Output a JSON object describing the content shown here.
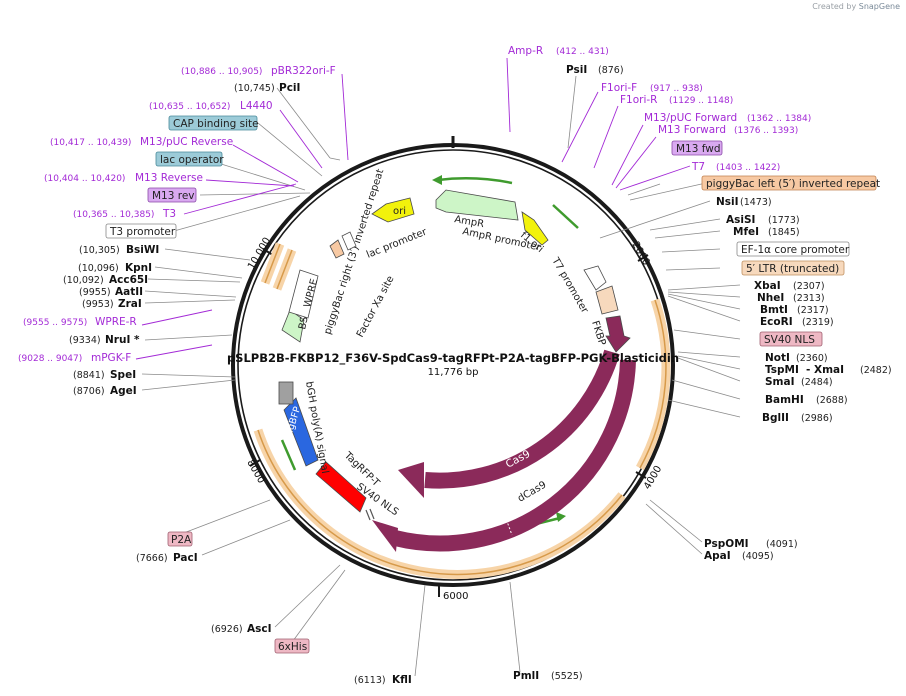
{
  "credit": {
    "prefix": "Created by",
    "brand": "SnapGene"
  },
  "plasmid": {
    "name": "pSLPB2B-FKBP12_F36V-SpdCas9-tagRFPt-P2A-tagBFP-PGK-Blasticidin",
    "length": "11,776 bp"
  },
  "ticks": [
    "2000",
    "4000",
    "6000",
    "8000",
    "10,000"
  ],
  "features_inner": {
    "ori": "ori",
    "ampr": "AmpR",
    "ampr_promoter": "AmpR promoter",
    "f1_ori": "f1 ori",
    "t7_promoter": "T7 promoter",
    "fkbp": "FKBP",
    "cas9": "Cas9",
    "dcas9": "dCas9",
    "sv40_nls": "SV40 NLS",
    "tagrfp": "TagRFP-T",
    "tagbfp": "TagBFP",
    "bgh": "bGH poly(A) signal",
    "bsd": "BSD",
    "wpre": "WPRE",
    "piggybac_right": "piggyBac right (3′) inverted repeat",
    "factor_xa": "Factor Xa site",
    "lac_promoter": "lac promoter"
  },
  "enzymes": [
    {
      "name": "PciI",
      "pos": "(10,745)"
    },
    {
      "name": "PsiI",
      "pos": "(876)"
    },
    {
      "name": "NsiI",
      "pos": "(1473)"
    },
    {
      "name": "AsiSI",
      "pos": "(1773)"
    },
    {
      "name": "MfeI",
      "pos": "(1845)"
    },
    {
      "name": "XbaI",
      "pos": "(2307)"
    },
    {
      "name": "NheI",
      "pos": "(2313)"
    },
    {
      "name": "BmtI",
      "pos": "(2317)"
    },
    {
      "name": "EcoRI",
      "pos": "(2319)"
    },
    {
      "name": "NotI",
      "pos": "(2360)"
    },
    {
      "name": "TspMI",
      "pos": ""
    },
    {
      "name": "- XmaI",
      "pos": "(2482)"
    },
    {
      "name": "SmaI",
      "pos": "(2484)"
    },
    {
      "name": "BamHI",
      "pos": "(2688)"
    },
    {
      "name": "BglII",
      "pos": "(2986)"
    },
    {
      "name": "PspOMI",
      "pos": "(4091)"
    },
    {
      "name": "ApaI",
      "pos": "(4095)"
    },
    {
      "name": "PmlI",
      "pos": "(5525)"
    },
    {
      "name": "KflI",
      "pos": "(6113)"
    },
    {
      "name": "AscI",
      "pos": "(6926)"
    },
    {
      "name": "PacI",
      "pos": "(7666)"
    },
    {
      "name": "AgeI",
      "pos": "(8706)"
    },
    {
      "name": "SpeI",
      "pos": "(8841)"
    },
    {
      "name": "NruI *",
      "pos": "(9334)"
    },
    {
      "name": "ZraI",
      "pos": "(9953)"
    },
    {
      "name": "AatII",
      "pos": "(9955)"
    },
    {
      "name": "Acc65I",
      "pos": "(10,092)"
    },
    {
      "name": "KpnI",
      "pos": "(10,096)"
    },
    {
      "name": "BsiWI",
      "pos": "(10,305)"
    }
  ],
  "primers": [
    {
      "name": "Amp-R",
      "pos": "(412 .. 431)"
    },
    {
      "name": "F1ori-F",
      "pos": "(917 .. 938)"
    },
    {
      "name": "F1ori-R",
      "pos": "(1129 .. 1148)"
    },
    {
      "name": "M13/pUC Forward",
      "pos": "(1362 .. 1384)"
    },
    {
      "name": "M13 Forward",
      "pos": "(1376 .. 1393)"
    },
    {
      "name": "T7",
      "pos": "(1403 .. 1422)"
    },
    {
      "name": "pBR322ori-F",
      "pos": "(10,886 .. 10,905)"
    },
    {
      "name": "L4440",
      "pos": "(10,635 .. 10,652)"
    },
    {
      "name": "M13/pUC Reverse",
      "pos": "(10,417 .. 10,439)"
    },
    {
      "name": "M13 Reverse",
      "pos": "(10,404 .. 10,420)"
    },
    {
      "name": "T3",
      "pos": "(10,365 .. 10,385)"
    },
    {
      "name": "WPRE-R",
      "pos": "(9555 .. 9575)"
    },
    {
      "name": "mPGK-F",
      "pos": "(9028 .. 9047)"
    }
  ],
  "boxed_features": [
    {
      "label": "M13 fwd",
      "fill": "#d9a9f0",
      "stroke": "#8a4aa8"
    },
    {
      "label": "piggyBac left (5′) inverted repeat",
      "fill": "#f7c9a3",
      "stroke": "#c08050"
    },
    {
      "label": "EF-1α core promoter",
      "fill": "#ffffff",
      "stroke": "#888888"
    },
    {
      "label": "5′ LTR (truncated)",
      "fill": "#f7d9bd",
      "stroke": "#c09060"
    },
    {
      "label": "SV40 NLS",
      "fill": "#eeb8c4",
      "stroke": "#a06070"
    },
    {
      "label": "CAP binding site",
      "fill": "#9ccbd8",
      "stroke": "#4a8a9a"
    },
    {
      "label": "lac operator",
      "fill": "#9ccbd8",
      "stroke": "#4a8a9a"
    },
    {
      "label": "M13 rev",
      "fill": "#d9a9f0",
      "stroke": "#8a4aa8"
    },
    {
      "label": "T3 promoter",
      "fill": "#ffffff",
      "stroke": "#888888"
    },
    {
      "label": "P2A",
      "fill": "#eeb8c4",
      "stroke": "#a06070"
    },
    {
      "label": "6xHis",
      "fill": "#eeb8c4",
      "stroke": "#a06070"
    }
  ]
}
